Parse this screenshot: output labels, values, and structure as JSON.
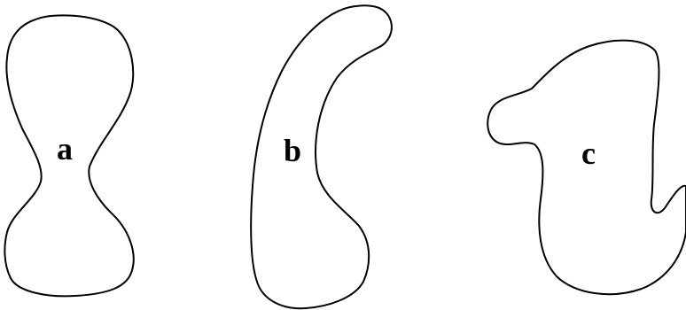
{
  "figure": {
    "shapes": [
      {
        "label": "a"
      },
      {
        "label": "b"
      },
      {
        "label": "c"
      }
    ],
    "colors": {
      "outline": "#000000",
      "background": "#ffffff",
      "label": "#000000"
    }
  }
}
